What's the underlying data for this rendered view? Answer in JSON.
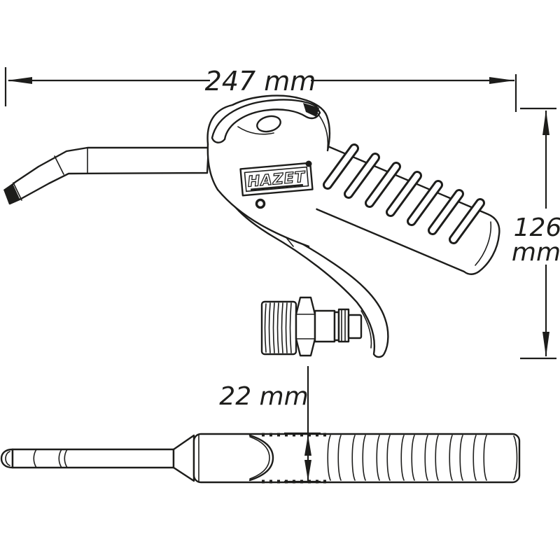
{
  "drawing": {
    "type": "technical-dimension-drawing",
    "brand": "HAZET",
    "line_color": "#1d1d1b",
    "background_color": "#ffffff",
    "dimensions": {
      "overall_length": "247 mm",
      "overall_height_value": "126",
      "overall_height_unit": "mm",
      "grip_width": "22 mm"
    }
  }
}
